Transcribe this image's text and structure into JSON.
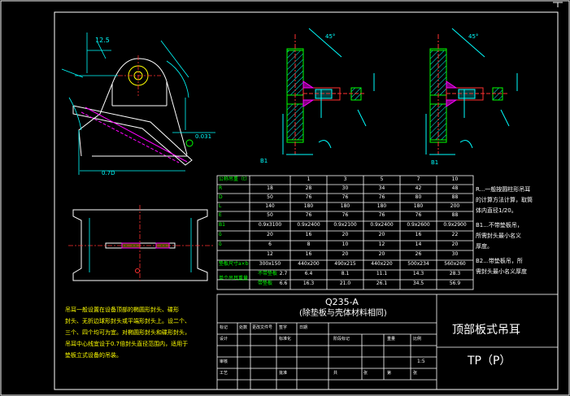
{
  "title_block": {
    "material": "Q235-A",
    "material_note": "(除垫板与壳体材料相同)",
    "part_name": "顶部板式吊耳",
    "part_code": "TP（P）",
    "scale": "1:5"
  },
  "table": {
    "header": "公称吊重（t）",
    "loads": [
      "1",
      "3",
      "5",
      "7",
      "10"
    ],
    "rows": [
      {
        "label": "R",
        "values": [
          "18",
          "28",
          "30",
          "34",
          "42",
          "48"
        ]
      },
      {
        "label": "D",
        "values": [
          "50",
          "76",
          "76",
          "76",
          "80",
          "88"
        ]
      },
      {
        "label": "L",
        "values": [
          "140",
          "180",
          "180",
          "180",
          "180",
          "200"
        ]
      },
      {
        "label": "E",
        "values": [
          "50",
          "76",
          "76",
          "76",
          "76",
          "88"
        ]
      },
      {
        "label": "B1",
        "values": [
          "0.9x3100",
          "0.9x2400",
          "0.9x2100",
          "0.9x2400",
          "0.9x2600",
          "0.9x2900"
        ]
      },
      {
        "label": "δ",
        "values": [
          "20",
          "16",
          "20",
          "20",
          "16",
          "22"
        ]
      },
      {
        "label": "δ",
        "values": [
          "6",
          "8",
          "10",
          "12",
          "14",
          "20"
        ]
      },
      {
        "label": "",
        "values": [
          "12",
          "16",
          "20",
          "20",
          "26",
          "30"
        ]
      },
      {
        "label": "垫板尺寸a×b",
        "values": [
          "300x150",
          "440x200",
          "490x215",
          "440x220",
          "500x234",
          "560x260"
        ]
      }
    ],
    "weight_label": "单个吊耳重量",
    "weight_rows": [
      {
        "label": "不带垫板",
        "values": [
          "2.7",
          "6.4",
          "8.1",
          "11.1",
          "14.3",
          "28.3"
        ]
      },
      {
        "label": "带垫板",
        "values": [
          "6.6",
          "16.3",
          "21.0",
          "26.1",
          "34.5",
          "56.9"
        ]
      }
    ]
  },
  "notes_right": [
    "R...一般按圆柱形吊耳",
    "的计算方法计算，取筒",
    "体内直径1/20。",
    "B1...不带垫板吊，",
    "所需封头最小名义",
    "厚度。",
    "B2...带垫板吊，所",
    "需封头最小名义厚度"
  ],
  "notes_left": [
    "吊耳一般设置在设备顶部的椭圆形封头、碟形",
    "封头、无折边球形封头或平端形封头上。设二个、",
    "三个、四个均可为宜。对椭圆形封头和碟形封头，",
    "吊耳中心线宜设于0.7倍封头直径范围内，适用于",
    "垫板立式设备的吊装。"
  ],
  "dims": {
    "d1": "12.5",
    "d2": "0.7D",
    "d3": "0.031",
    "angle": "45°",
    "b1": "B1",
    "b2": "B1"
  },
  "title_block_labels": [
    "标记",
    "处数",
    "更改文件号",
    "签字",
    "日期",
    "设计",
    "标准化",
    "阶段标记",
    "重量",
    "比例",
    "审核",
    "工艺",
    "批准",
    "共",
    "张",
    "第",
    "张"
  ]
}
